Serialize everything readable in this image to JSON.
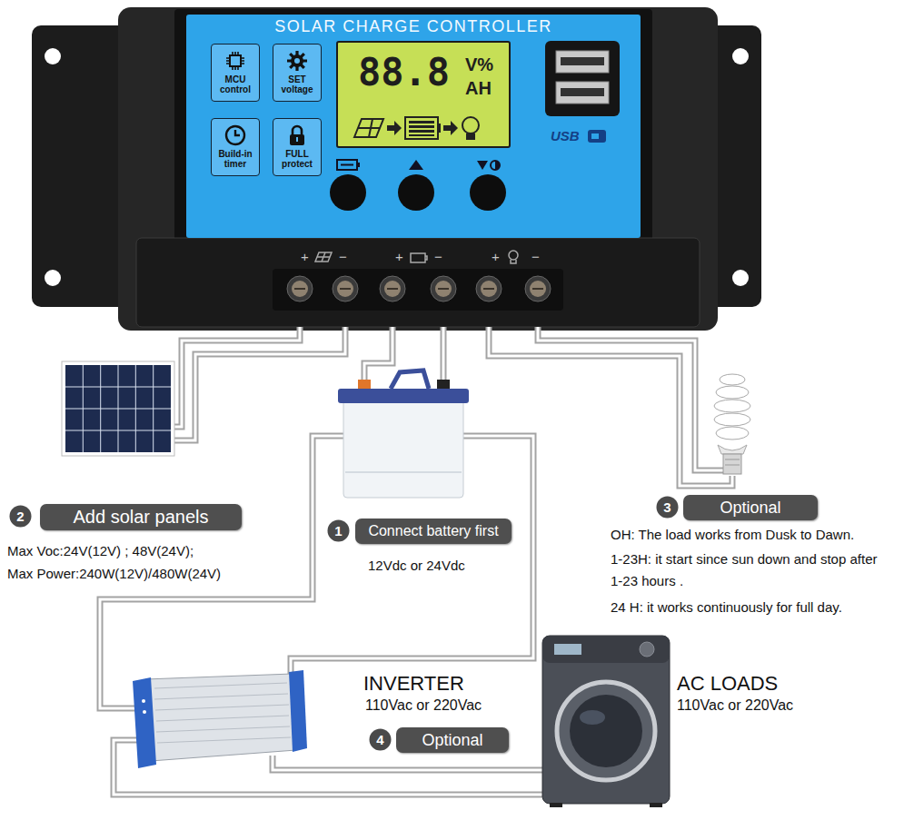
{
  "diagram": {
    "nodes": [
      {
        "text": [
          "SOLAR CHARGE CONTROLLER"
        ]
      },
      {
        "text": [
          "MCU control"
        ],
        "in": 0
      },
      {
        "text": [
          "SET voltage"
        ],
        "in": 0
      },
      {
        "text": [
          "88.8",
          "V%",
          "AH"
        ],
        "in": 0
      },
      {
        "text": [
          "Build-in timer"
        ],
        "in": 0
      },
      {
        "text": [
          "FULL protect"
        ],
        "in": 0
      },
      {
        "text": [
          "2"
        ]
      },
      {
        "text": [
          "Add solar panels"
        ]
      },
      {
        "text": [
          "1"
        ]
      },
      {
        "text": [
          "Connect battery first"
        ]
      },
      {
        "text": [
          "3"
        ]
      },
      {
        "text": [
          "Optional"
        ]
      },
      {
        "text": [
          "4"
        ]
      },
      {
        "text": [
          "Optional"
        ]
      }
    ],
    "labels": [
      "+",
      "−",
      "+",
      "−",
      "+",
      "−",
      "USB",
      "Max Voc:24V(12V) ; 48V(24V);",
      "Max Power:240W(12V)/480W(24V)",
      "12Vdc or 24Vdc",
      "OH: The load works from Dusk to Dawn.",
      "1-23H: it start since sun down and stop after 1-23 hours .",
      "24 H: it works continuously for full day.",
      "INVERTER",
      "110Vac or 220Vac",
      "AC LOADS",
      "110Vac or 220Vac"
    ]
  }
}
